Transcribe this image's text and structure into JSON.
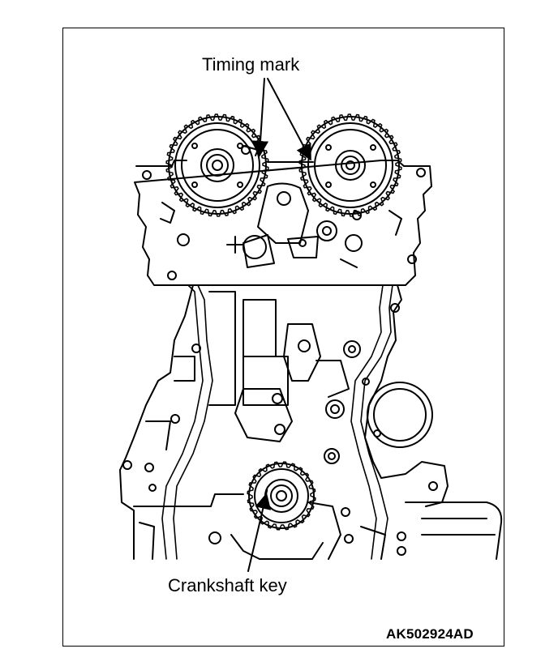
{
  "labels": {
    "timing_mark": "Timing mark",
    "crankshaft_key": "Crankshaft key"
  },
  "figure_id": "AK502924AD"
}
